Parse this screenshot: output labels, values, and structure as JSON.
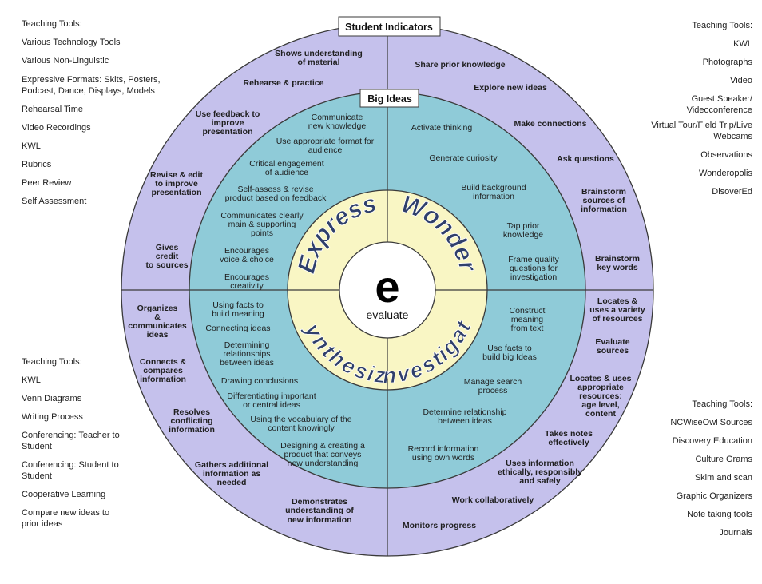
{
  "title_tab": "Student Indicators",
  "big_ideas_tab": "Big Ideas",
  "center": {
    "letter": "e",
    "word": "evaluate"
  },
  "segments": {
    "express": "Express",
    "wonder": "Wonder",
    "synthesize": "Synthesize",
    "investigate": "Investigate"
  },
  "teaching_tools": {
    "top_left": {
      "heading": "Teaching Tools:",
      "items": [
        "Various Technology Tools",
        "Various Non-Linguistic",
        "Expressive Formats:  Skits, Posters,",
        "Podcast, Dance,  Displays,  Models",
        "Rehearsal Time",
        "Video Recordings",
        "KWL",
        "Rubrics",
        "Peer Review",
        "Self Assessment"
      ]
    },
    "top_right": {
      "heading": "Teaching Tools:",
      "items": [
        "KWL",
        "Photographs",
        "Video",
        "Guest Speaker/",
        "Videoconference",
        "Virtual Tour/Field Trip/Live",
        "Webcams",
        "Observations",
        "Wonderopolis",
        "DisoverEd"
      ]
    },
    "bottom_left": {
      "heading": "Teaching Tools:",
      "items": [
        "KWL",
        "Venn Diagrams",
        "Writing Process",
        "Conferencing:  Teacher to",
        "Student",
        "Conferencing:  Student to",
        "Student",
        "Cooperative Learning",
        "Compare new ideas to",
        "prior ideas"
      ]
    },
    "bottom_right": {
      "heading": "Teaching Tools:",
      "items": [
        "NCWiseOwl Sources",
        "Discovery Education",
        "Culture Grams",
        "Skim and scan",
        "Graphic Organizers",
        "Note taking tools",
        "Journals"
      ]
    }
  },
  "outer_ring": {
    "top_left": [
      "Shows understanding",
      "of material",
      "Rehearse & practice",
      "Use feedback  to",
      "improve",
      "presentation",
      "Revise  & edit",
      "to  improve",
      "presentation",
      "Gives",
      "credit",
      "to sources"
    ],
    "top_right": [
      "Share prior knowledge",
      "Explore new ideas",
      "Make connections",
      "Ask questions",
      "Brainstorm",
      "sources   of",
      "information",
      "Brainstorm",
      "key words"
    ],
    "bottom_left": [
      "Organizes",
      "&",
      "communicates",
      "ideas",
      "Connects &",
      "compares",
      "information",
      "Resolves",
      "conflicting",
      "information",
      "Gathers additional",
      "information as",
      "needed",
      "Demonstrates",
      "understanding of",
      "new information"
    ],
    "bottom_right": [
      "Locates  &",
      "uses a variety",
      "of resources",
      "Evaluate",
      "sources",
      "Locates & uses",
      "appropriate",
      "resources:",
      "age level,",
      "content",
      "Takes notes",
      "effectively",
      "Uses information",
      "ethically, responsibly",
      "and safely",
      "Work collaboratively",
      "Monitors progress"
    ]
  },
  "big_ideas": {
    "top_left": [
      "Communicate",
      "new knowledge",
      "Use  appropriate format for",
      "audience",
      "Critical  engagement",
      "of  audience",
      "Self-assess & revise",
      "product based on feedback",
      "Communicates  clearly",
      "main  &  supporting",
      "points",
      "Encourages",
      "voice & choice",
      "Encourages",
      "creativity"
    ],
    "top_right": [
      "Activate thinking",
      "Generate curiosity",
      "Build background",
      "information",
      "Tap prior",
      "knowledge",
      "Frame quality",
      "questions for",
      "investigation"
    ],
    "bottom_left": [
      "Using facts to",
      "build meaning",
      "Connecting ideas",
      "Determining",
      "relationships",
      "between ideas",
      "Drawing conclusions",
      "Differentiating important",
      "or central ideas",
      "Using the vocabulary of the",
      "content knowingly",
      "Designing & creating a",
      "product that conveys",
      "new understanding"
    ],
    "bottom_right": [
      "Construct",
      "meaning",
      "from text",
      "Use facts to",
      "build big  Ideas",
      "Manage search",
      "process",
      "Determine relationship",
      "between ideas",
      "Record information",
      "using own words"
    ]
  },
  "colors": {
    "outer_ring": "#c5c1ec",
    "big_ideas_ring": "#8fcbd8",
    "segment_ring": "#f9f6c4",
    "segment_text": "#2f3f6b",
    "center": "#ffffff",
    "stroke": "#3a3a3a"
  }
}
